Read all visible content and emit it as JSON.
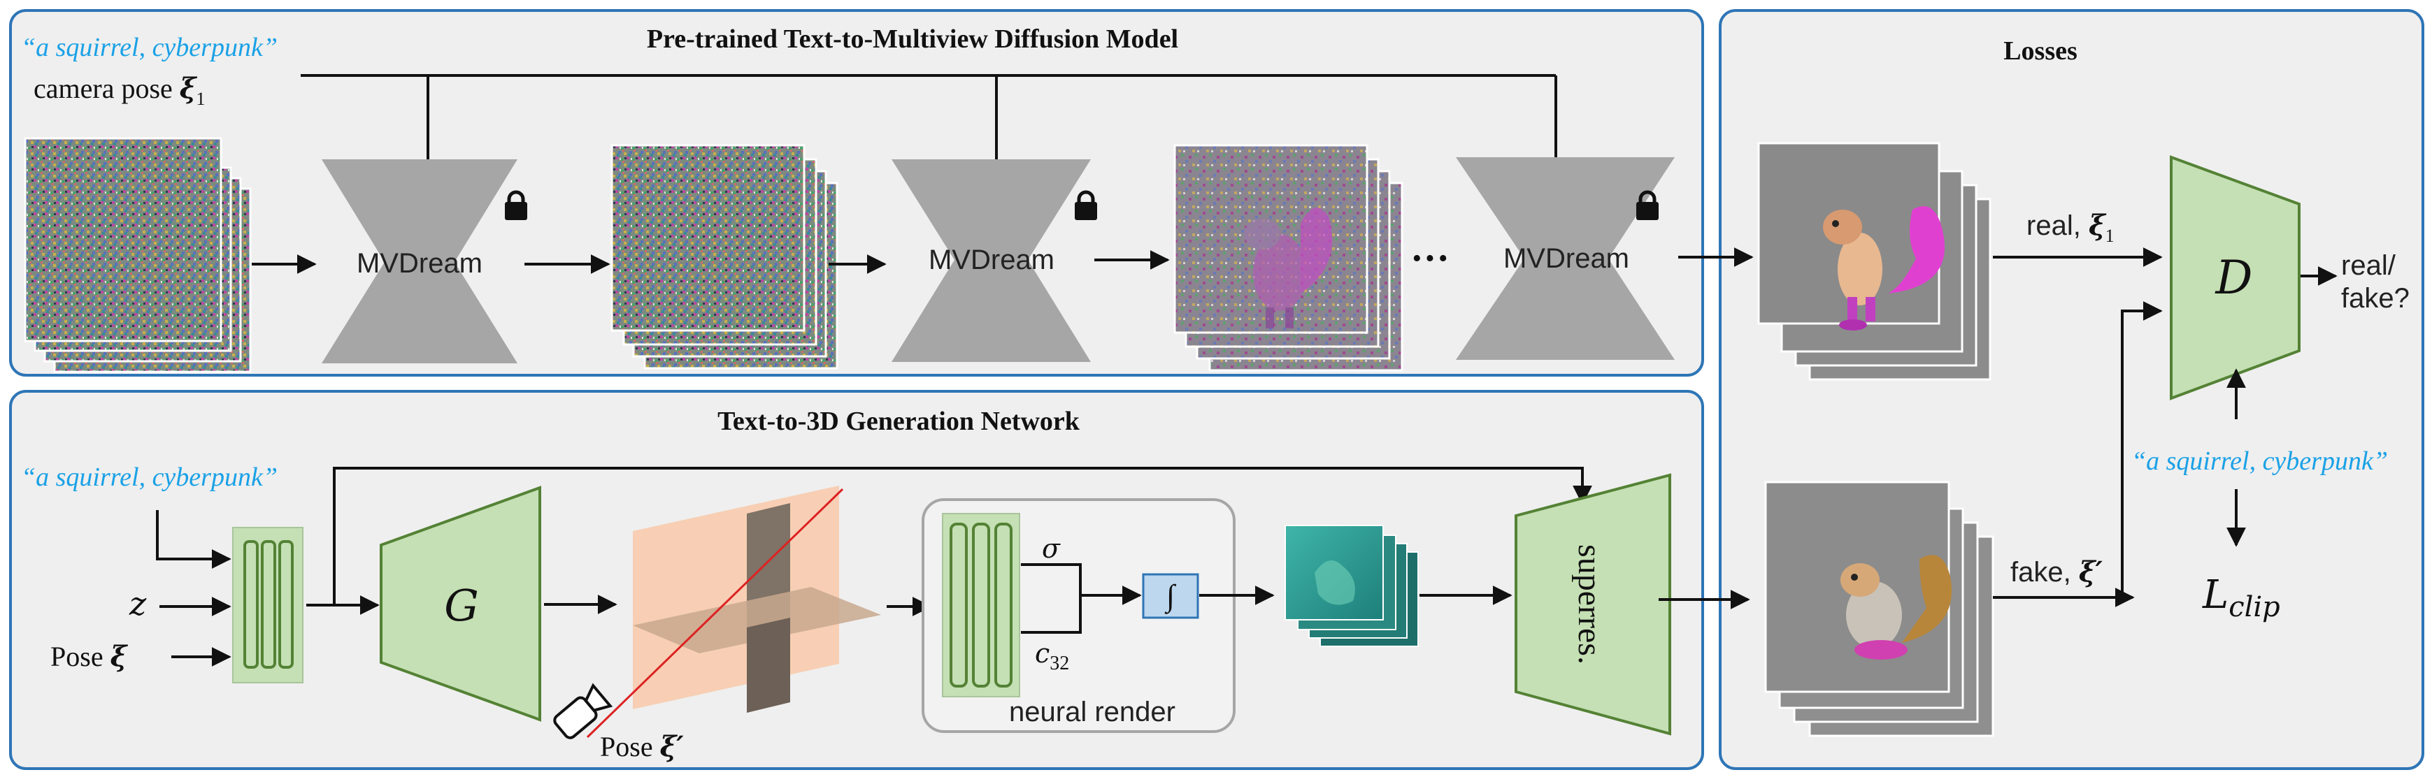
{
  "top_panel": {
    "title": "Pre-trained Text-to-Multiview Diffusion Model",
    "prompt": "“a squirrel, cyberpunk”",
    "camera_pose_label": "camera pose",
    "camera_pose_symbol": "ξ",
    "camera_pose_subscript": "1",
    "blocks": [
      "MVDream",
      "MVDream",
      "MVDream"
    ],
    "ellipsis": "···"
  },
  "bottom_panel": {
    "title": "Text-to-3D Generation Network",
    "prompt": "“a squirrel, cyberpunk”",
    "z_label": "z",
    "pose_label": "Pose",
    "pose_symbol": "ξ",
    "generator_label": "G",
    "camera_pose_label": "Pose",
    "camera_pose_symbol": "ξ′",
    "sigma_label": "σ",
    "c_label": "c",
    "c_subscript": "32",
    "integral_label": "∫",
    "neural_render_label": "neural render",
    "superres_label": "superres."
  },
  "losses_panel": {
    "title": "Losses",
    "real_label": "real, ",
    "real_symbol": "ξ",
    "real_subscript": "1",
    "fake_label": "fake, ",
    "fake_symbol": "ξ′",
    "discriminator_label": "D",
    "output_label_line1": "real/",
    "output_label_line2": "fake?",
    "prompt": "“a squirrel, cyberpunk”",
    "clip_loss_label": "L",
    "clip_loss_subscript": "clip"
  },
  "colors": {
    "panel_border": "#2e75b6",
    "panel_fill": "#efefef",
    "prompt_text": "#1aa1e6",
    "mvdream_block": "#a6a6a6",
    "network_green": "#c5e0b4",
    "network_green_border": "#548235",
    "integral_fill": "#bdd7ee",
    "plane_orange": "#f8cbad",
    "plane_brown": "#7f7266"
  }
}
